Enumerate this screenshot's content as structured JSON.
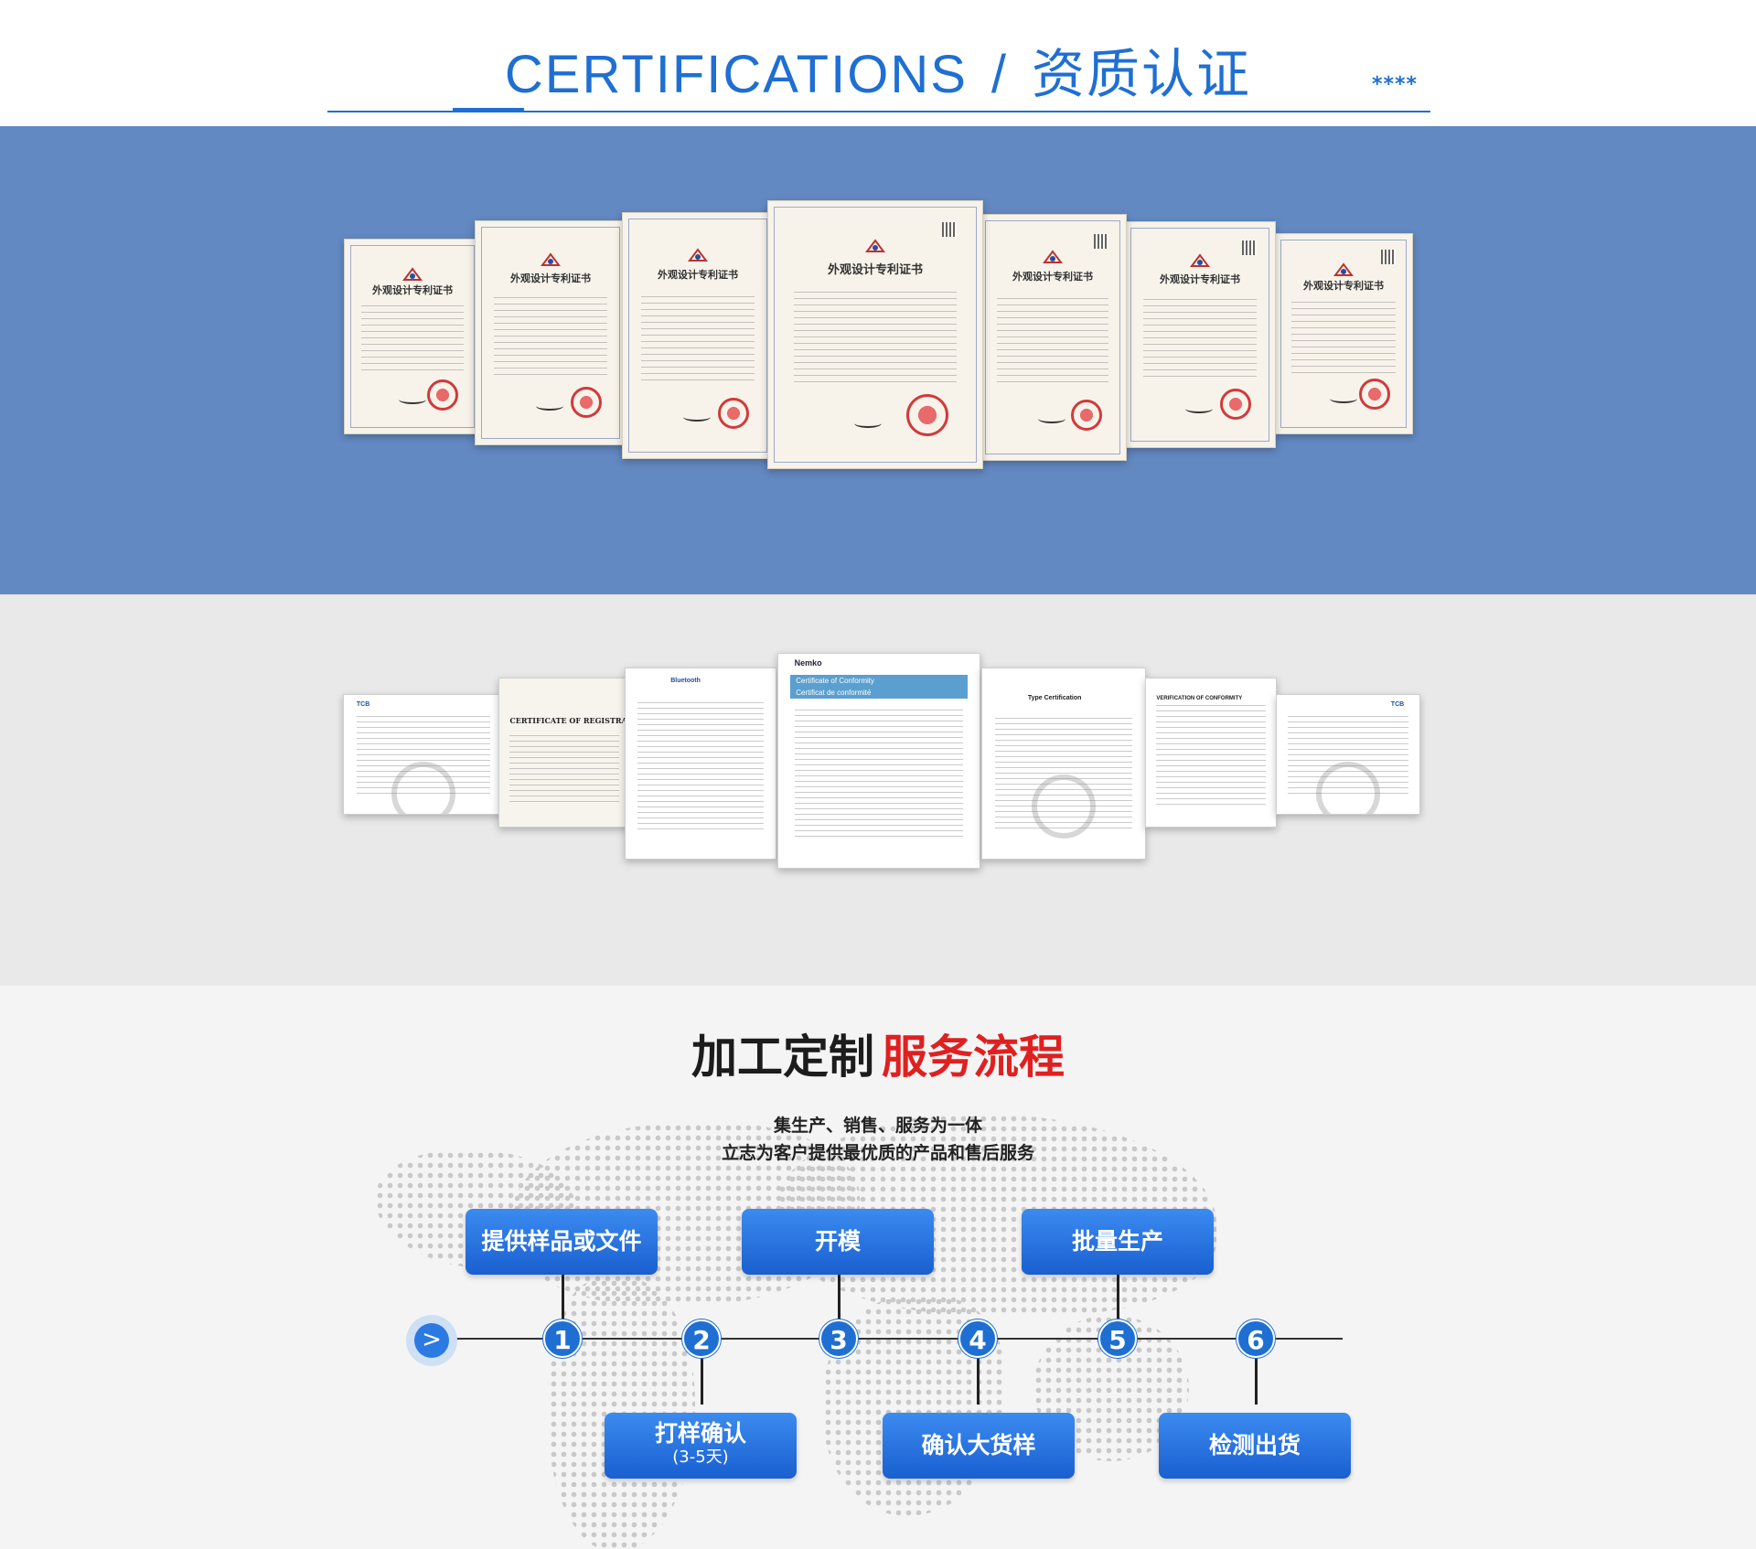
{
  "header": {
    "title_en": "CERTIFICATIONS",
    "separator": "/",
    "title_cn": "资质认证",
    "stars": "****"
  },
  "patents": {
    "heading": "外观设计专利证书",
    "count": 7
  },
  "reports": {
    "banner_line1": "Certificate of Conformity",
    "banner_line2": "Certificat de conformité",
    "doc_labels": [
      "TCB",
      "CERTIFICATE OF REGISTRATION",
      "Bluetooth",
      "Nemko",
      "Type Certification",
      "VERIFICATION OF CONFORMITY",
      "TCB"
    ]
  },
  "process": {
    "title_part1": "加工定制",
    "title_part2": "服务流程",
    "subtitle_1": "集生产、销售、服务为一体",
    "subtitle_2": "立志为客户提供最优质的产品和售后服务",
    "start_icon": ">",
    "steps": [
      {
        "num": "1",
        "label": "提供样品或文件"
      },
      {
        "num": "2",
        "label": "打样确认",
        "sub": "(3-5天)"
      },
      {
        "num": "3",
        "label": "开模"
      },
      {
        "num": "4",
        "label": "确认大货样"
      },
      {
        "num": "5",
        "label": "批量生产"
      },
      {
        "num": "6",
        "label": "检测出货"
      }
    ]
  },
  "colors": {
    "primary": "#1f6fd3",
    "band_blue": "#6389c2",
    "band_gray": "#e9e9e9",
    "accent_red": "#e02020"
  }
}
